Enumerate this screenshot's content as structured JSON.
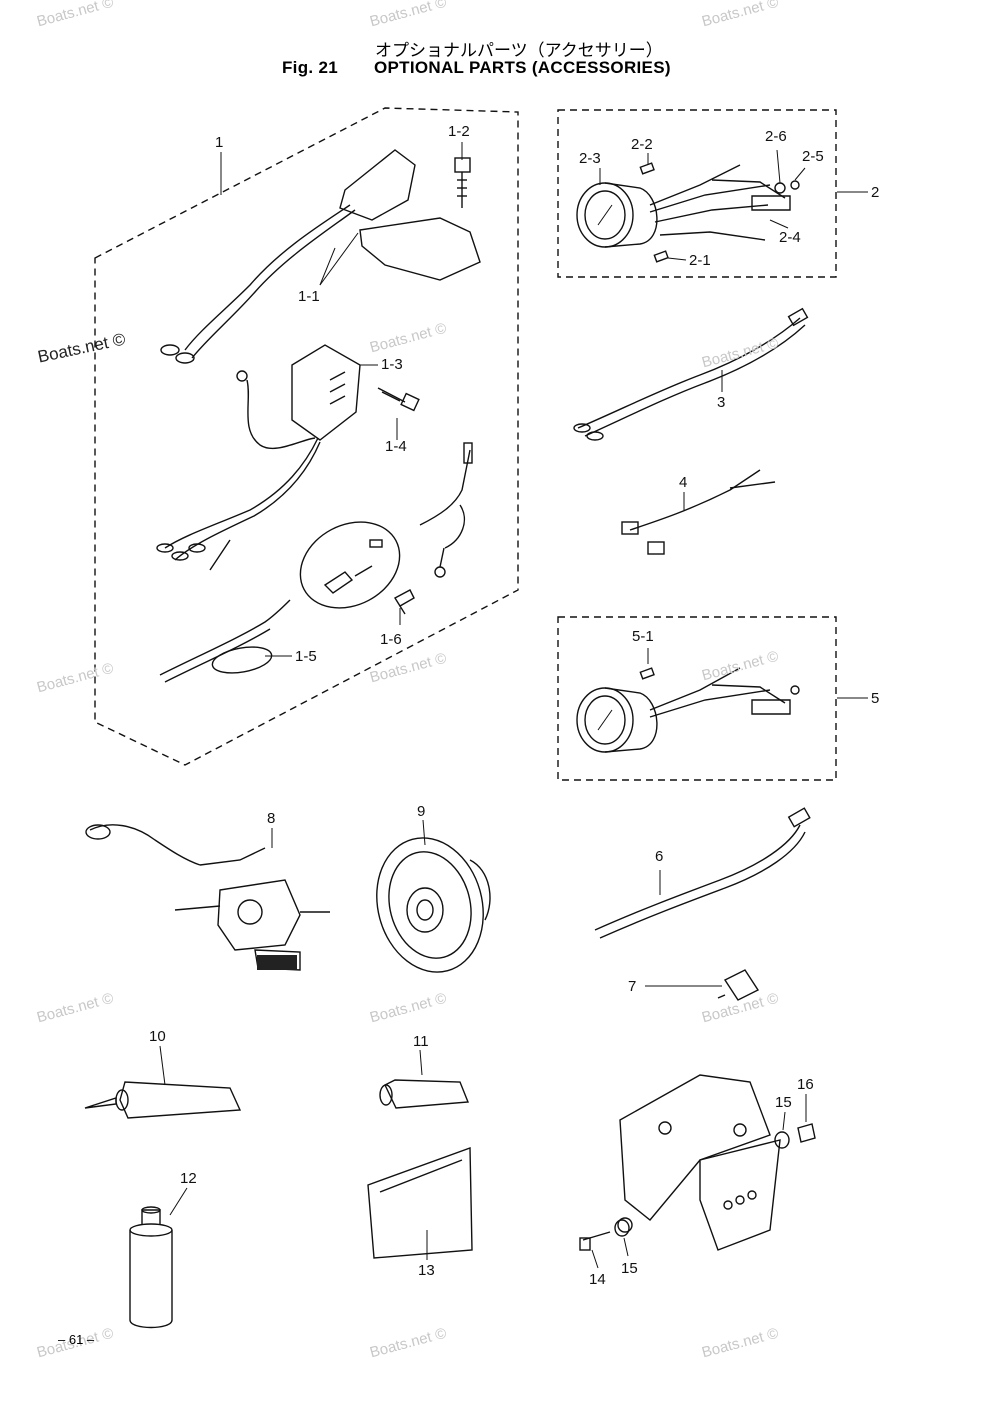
{
  "title": {
    "japanese": "オプショナルパーツ（アクセサリー）",
    "figure": "Fig. 21",
    "english": "OPTIONAL PARTS (ACCESSORIES)"
  },
  "watermark": "Boats.net ©",
  "page_number": "– 61 –",
  "callouts": {
    "c1": "1",
    "c1_1": "1-1",
    "c1_2": "1-2",
    "c1_3": "1-3",
    "c1_4": "1-4",
    "c1_5": "1-5",
    "c1_6": "1-6",
    "c2": "2",
    "c2_1": "2-1",
    "c2_2": "2-2",
    "c2_3": "2-3",
    "c2_4": "2-4",
    "c2_5": "2-5",
    "c2_6": "2-6",
    "c3": "3",
    "c4": "4",
    "c5": "5",
    "c5_1": "5-1",
    "c6": "6",
    "c7": "7",
    "c8": "8",
    "c9": "9",
    "c10": "10",
    "c11": "11",
    "c12": "12",
    "c13": "13",
    "c14": "14",
    "c15a": "15",
    "c15b": "15",
    "c16": "16"
  }
}
